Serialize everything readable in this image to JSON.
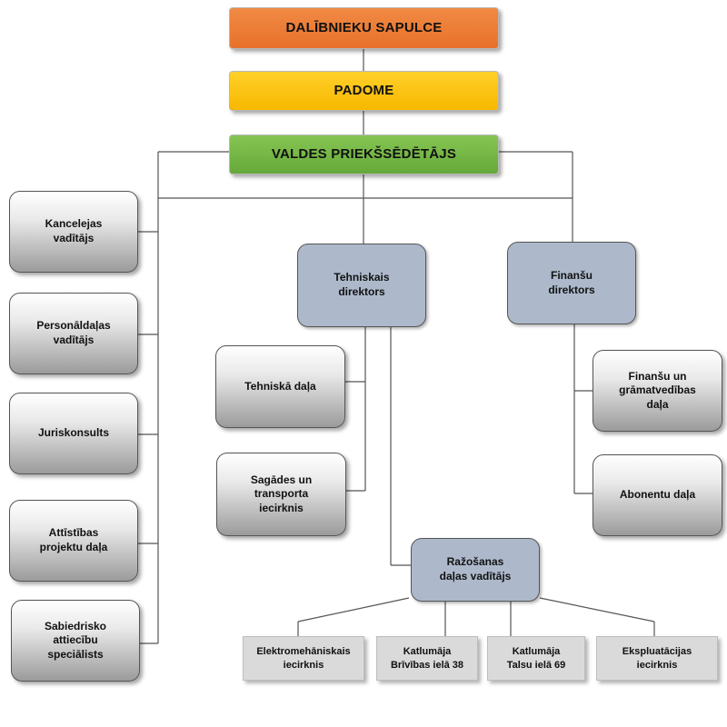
{
  "top": {
    "assembly": "DALĪBNIEKU SAPULCE",
    "council": "PADOME",
    "chairman": "VALDES PRIEKŠSĒDĒTĀJS"
  },
  "left_column": [
    "Kancelejas\nvadītājs",
    "Personāldaļas\nvadītājs",
    "Juriskonsults",
    "Attīstības\nprojektu daļa",
    "Sabiedrisko\nattiecību\nspeciālists"
  ],
  "technical": {
    "director": "Tehniskais\ndirektors",
    "dept": "Tehniskā daļa",
    "supply": "Sagādes un\ntransporta\niecirknis",
    "production_head": "Ražošanas\ndaļas vadītājs"
  },
  "finance": {
    "director": "Finanšu\ndirektors",
    "accounting": "Finanšu un\ngrāmatvedības\ndaļa",
    "subscribers": "Abonentu daļa"
  },
  "units": [
    "Elektromehāniskais\niecirknis",
    "Katlumāja\nBrīvības ielā 38",
    "Katlumāja\nTalsu ielā 69",
    "Ekspluatācijas\niecirknis"
  ],
  "colors": {
    "orange": "#e8712a",
    "yellow": "#f7b800",
    "green": "#66a93a",
    "blue": "#adb9cb",
    "grey": "#9b9b9b"
  }
}
